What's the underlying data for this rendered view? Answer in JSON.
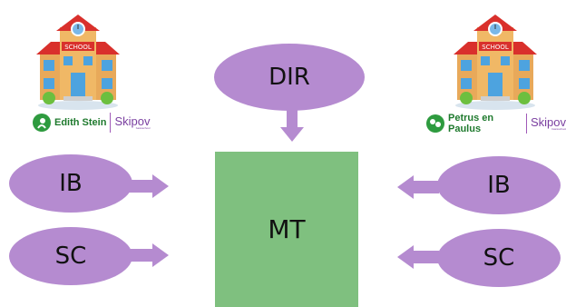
{
  "diagram": {
    "center_label": "MT",
    "top_label": "DIR",
    "left": [
      "IB",
      "SC"
    ],
    "right": [
      "IB",
      "SC"
    ]
  },
  "logos": {
    "left": {
      "name": "Edith Stein",
      "brand": "Skipov",
      "sub": "basisschool"
    },
    "right": {
      "name": "Petrus en Paulus",
      "brand": "Skipov",
      "sub": "basisschool"
    }
  },
  "school_sign": "SCHOOL",
  "colors": {
    "ellipse": "#b58bd0",
    "box": "#7fc07f",
    "school_roof": "#d9302c",
    "school_wall": "#e8a95a"
  }
}
